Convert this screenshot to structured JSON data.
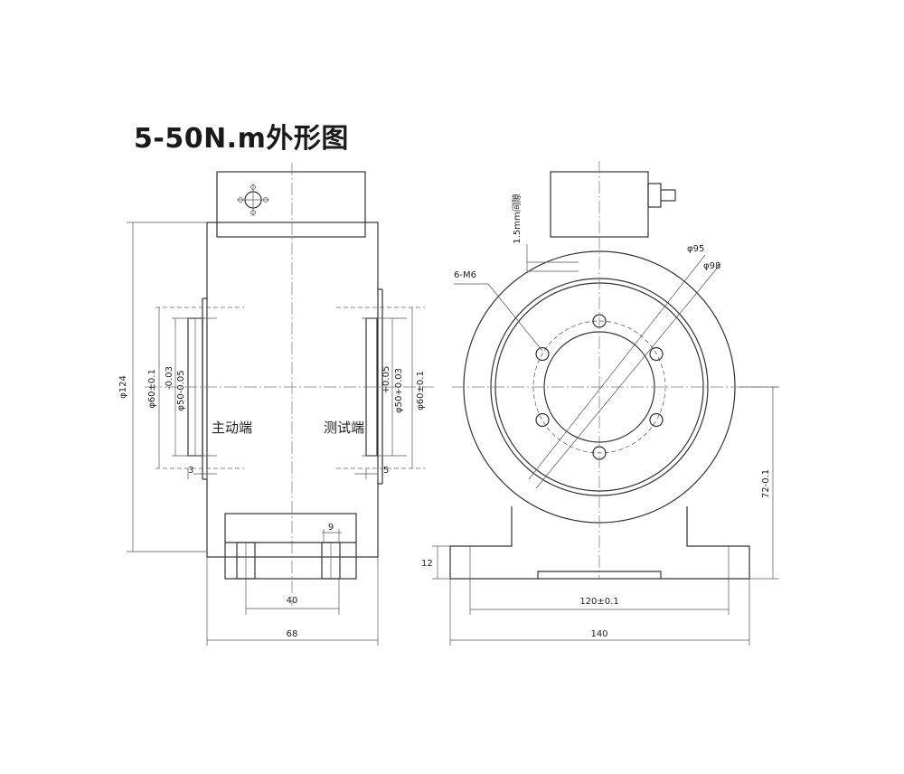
{
  "title": "5-50N.m外形图",
  "side_view": {
    "labels": {
      "drive_end": "主动端",
      "test_end": "测试端"
    },
    "dimensions": {
      "body_diameter": "φ124",
      "left_flange_diameter": "φ60±0.1",
      "left_shaft_tol_top": "-0.03",
      "left_shaft_diameter": "φ50-0.05",
      "right_shaft_tol_top": "+0.05",
      "right_shaft_diameter": "φ50+0.03",
      "right_flange_diameter": "φ60±0.1",
      "left_recess": "3",
      "right_recess": "5",
      "slot_width": "9",
      "slot_spacing": "40",
      "overall_length": "68"
    }
  },
  "front_view": {
    "dimensions": {
      "gap_note": "1.5mm间隙",
      "bolt_holes": "6-M6",
      "inner_diameter": "φ95",
      "outer_diameter": "φ98",
      "center_height": "72-0.1",
      "base_thickness": "12",
      "hole_spacing": "120±0.1",
      "base_width": "140"
    }
  }
}
